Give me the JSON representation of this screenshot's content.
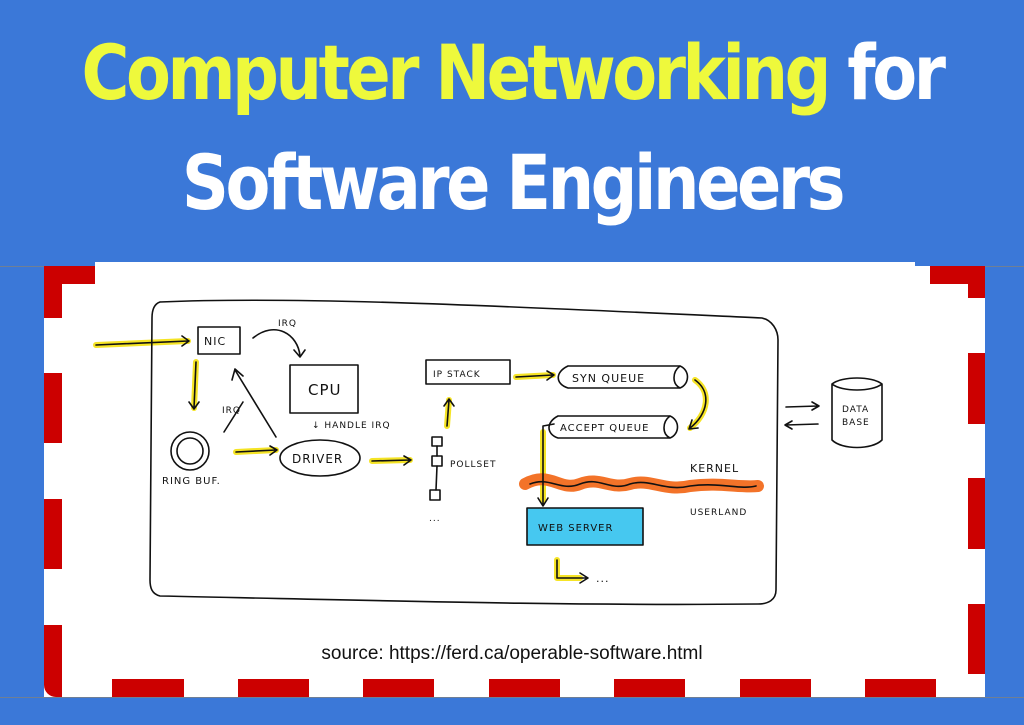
{
  "title": {
    "line1_highlight": "Computer Networking",
    "line1_rest": " for",
    "line2": "Software Engineers"
  },
  "colors": {
    "background": "#3b78d8",
    "title_highlight": "#eef93c",
    "title_text": "#ffffff",
    "dash_border": "#cc0000",
    "web_server_fill": "#46c8f0",
    "kernel_boundary": "#f26b1d",
    "flow_highlight": "#f5e31a"
  },
  "diagram": {
    "nodes": {
      "nic": "NIC",
      "cpu": "CPU",
      "ring_buffer": "RING BUF.",
      "driver": "DRIVER",
      "ip_stack": "IP STACK",
      "pollset": "POLLSET",
      "pollset_more": "...",
      "syn_queue": "SYN QUEUE",
      "accept_queue": "ACCEPT QUEUE",
      "web_server": "WEB SERVER",
      "web_server_more": "...",
      "database_line1": "DATA",
      "database_line2": "BASE"
    },
    "labels": {
      "irq_top": "IRQ",
      "irq_crossed": "IRQ",
      "handle_irq": "↓ HANDLE IRQ",
      "kernel": "KERNEL",
      "userland": "USERLAND"
    }
  },
  "source": "source: https://ferd.ca/operable-software.html"
}
